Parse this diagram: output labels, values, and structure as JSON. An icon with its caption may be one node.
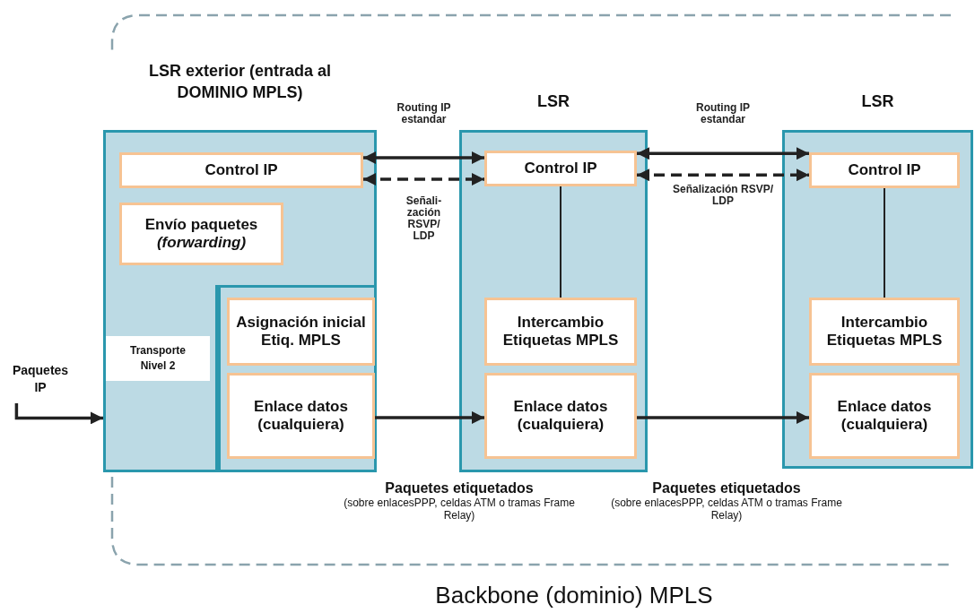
{
  "diagram": {
    "caption": "Backbone (dominio) MPLS",
    "nodes": [
      {
        "text": [
          "LSR exterior (entrada al DOMINIO MPLS)"
        ]
      },
      {
        "text": [
          "Control IP"
        ],
        "in": 0
      },
      {
        "text": [
          "Envío paquetes *(forwarding)*"
        ],
        "in": 0
      },
      {
        "text": [
          "Transporte Nivel 2"
        ],
        "in": 0
      },
      {
        "text": [
          "Asignación inicial Etiq. MPLS"
        ],
        "in": 0
      },
      {
        "text": [
          "Enlace datos (cualquiera)"
        ],
        "in": 0
      },
      {
        "text": [
          "LSR"
        ]
      },
      {
        "text": [
          "Control IP"
        ],
        "in": 6
      },
      {
        "text": [
          "Intercambio Etiquetas MPLS"
        ],
        "in": 6
      },
      {
        "text": [
          "Enlace datos (cualquiera)"
        ],
        "in": 6
      },
      {
        "text": [
          "LSR"
        ]
      },
      {
        "text": [
          "Control IP"
        ],
        "in": 10
      },
      {
        "text": [
          "Intercambio Etiquetas MPLS"
        ],
        "in": 10
      },
      {
        "text": [
          "Enlace datos (cualquiera)"
        ],
        "in": 10
      },
      {
        "text": [
          "Paquetes IP"
        ]
      }
    ],
    "edges": [
      {
        "from": 14,
        "to": 3,
        "arrow": "to"
      },
      {
        "from": 1,
        "to": 7,
        "arrow": "both",
        "label": "Routing IP estandar"
      },
      {
        "from": 1,
        "to": 7,
        "arrow": "both",
        "style": "dashed",
        "label": "Señali- zación RSVP/ LDP"
      },
      {
        "from": 7,
        "to": 11,
        "arrow": "both",
        "label": "Routing IP estandar"
      },
      {
        "from": 7,
        "to": 11,
        "arrow": "both",
        "style": "dashed",
        "label": "Señalización RSVP/ LDP"
      },
      {
        "from": 5,
        "to": 9,
        "arrow": "to"
      },
      {
        "from": 9,
        "to": 13,
        "arrow": "to"
      },
      {
        "from": 7,
        "to": 8,
        "arrow": "none"
      },
      {
        "from": 11,
        "to": 12,
        "arrow": "none"
      }
    ],
    "labels": [
      "Paquetes etiquetados",
      "(sobre enlacesPPP, celdas ATM o tramas Frame Relay)",
      "Paquetes etiquetados",
      "(sobre enlacesPPP, celdas ATM o tramas Frame Relay)"
    ]
  }
}
